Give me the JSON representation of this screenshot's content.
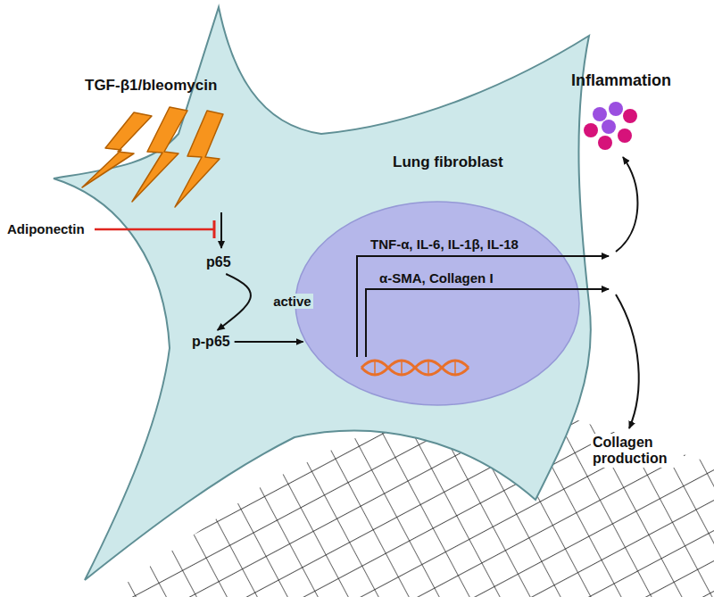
{
  "diagram": {
    "nodes": [
      {
        "text": [
          "Lung fibroblast"
        ]
      },
      {
        "text": [
          "TNF-α, IL-6, IL-1β, IL-18",
          "α-SMA, Collagen I"
        ],
        "in": 0
      },
      {
        "text": [
          "p65"
        ],
        "in": 0
      },
      {
        "text": [
          "p-p65"
        ],
        "in": 0
      }
    ],
    "edges": [
      {
        "from": 2,
        "to": 3,
        "label": "active",
        "arrow": "to"
      },
      {
        "from": 3,
        "to": 1,
        "arrow": "to"
      }
    ],
    "labels": [
      "TGF-β1/bleomycin",
      "Adiponectin",
      "Inflammation",
      "Collagen production"
    ]
  }
}
